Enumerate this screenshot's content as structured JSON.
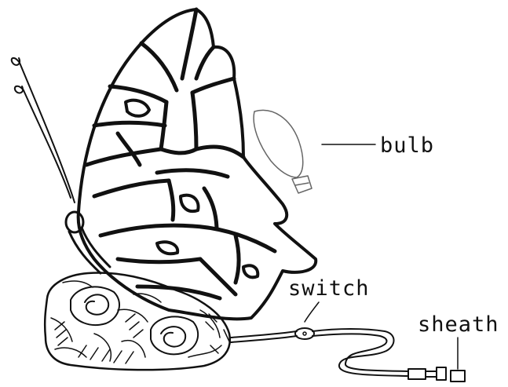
{
  "diagram": {
    "labels": {
      "bulb": "bulb",
      "switch": "switch",
      "sheath": "sheath"
    },
    "colors": {
      "ink": "#111111",
      "paper": "#ffffff",
      "bulb_outline": "#666666"
    }
  }
}
